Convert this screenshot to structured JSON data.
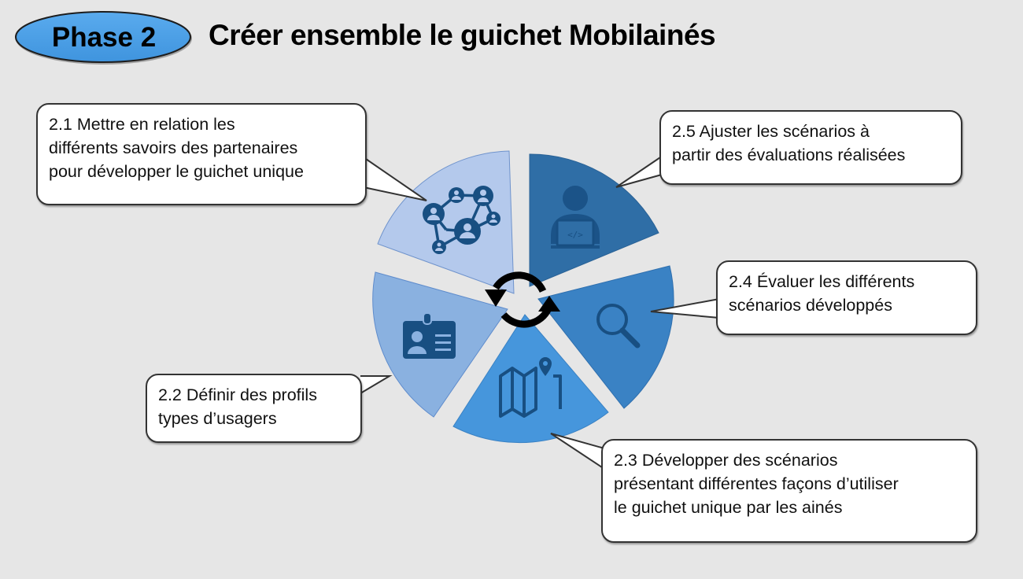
{
  "header": {
    "phase_label": "Phase 2",
    "title": "Créer ensemble le guichet Mobilainés",
    "pill_color": "#4a9fe6"
  },
  "cycle": {
    "center_icon": "refresh-cycle-icon",
    "steps": [
      {
        "id": "2.1",
        "lines": [
          "2.1 Mettre en relation les",
          "différents savoirs des partenaires",
          "pour développer le guichet unique"
        ],
        "icon": "people-network-icon",
        "color": "#b4c9ec"
      },
      {
        "id": "2.2",
        "lines": [
          "2.2 Définir des profils",
          "types d’usagers"
        ],
        "icon": "id-badge-icon",
        "color": "#8ab1e0"
      },
      {
        "id": "2.3",
        "lines": [
          "2.3 Développer des scénarios",
          "présentant différentes façons d’utiliser",
          "le guichet unique par les ainés"
        ],
        "icon": "map-pin-icon",
        "color": "#4696dc"
      },
      {
        "id": "2.4",
        "lines": [
          "2.4 Évaluer les différents",
          "scénarios développés"
        ],
        "icon": "magnifier-icon",
        "color": "#3a82c4"
      },
      {
        "id": "2.5",
        "lines": [
          "2.5 Ajuster les scénarios à",
          "partir des évaluations réalisées"
        ],
        "icon": "developer-laptop-icon",
        "color": "#2f6ea6"
      }
    ],
    "icon_color": "#184f82"
  }
}
